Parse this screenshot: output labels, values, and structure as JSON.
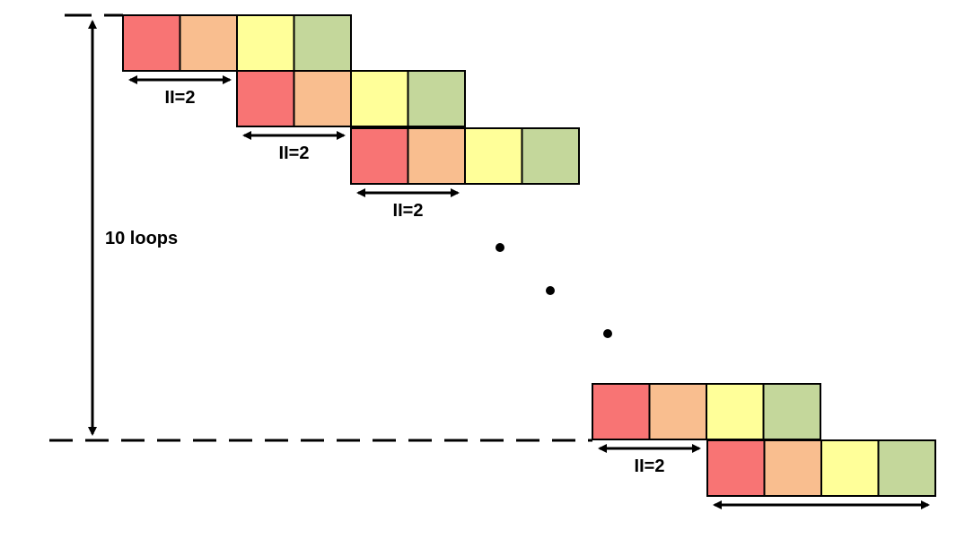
{
  "loop_label": "10 loops",
  "ii_label": "II=2",
  "stage_colors": [
    "#F87474",
    "#F9BE8F",
    "#FFFF99",
    "#C4D79B"
  ],
  "outline_color": "#000000",
  "iterations": [
    {
      "ii_label": "II=2"
    },
    {
      "ii_label": "II=2"
    },
    {
      "ii_label": "II=2"
    },
    {
      "ii_label": "II=2"
    },
    {
      "ii_label": ""
    }
  ]
}
